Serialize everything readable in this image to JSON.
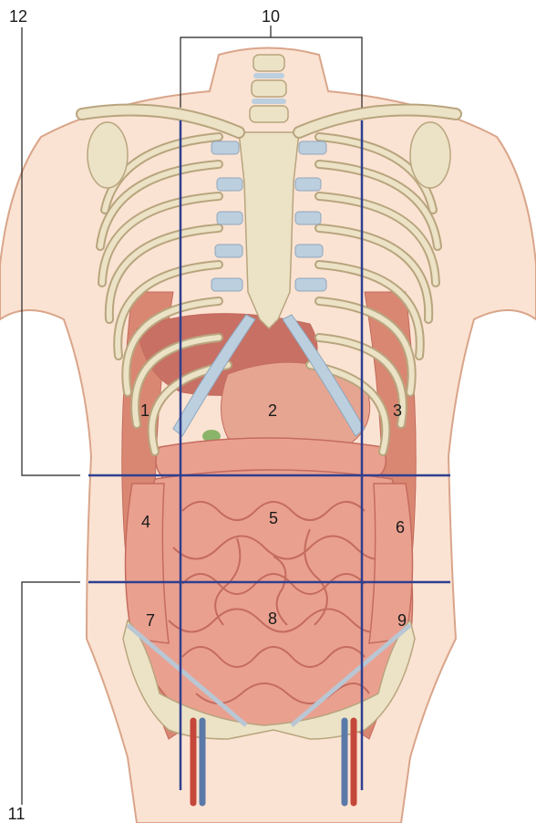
{
  "figure": {
    "region_labels": [
      "1",
      "2",
      "3",
      "4",
      "5",
      "6",
      "7",
      "8",
      "9"
    ],
    "bracket_labels": {
      "top": "10",
      "bottom_left": "11",
      "upper_left": "12"
    },
    "colors": {
      "grid_line": "#2f3f8f",
      "leader_line": "#222222",
      "skin": "#fbe3d3",
      "skin_outline": "#d9a58a",
      "bone": "#ece2c6",
      "bone_outline": "#b8a57e",
      "cartilage": "#bccfdf",
      "intestine": "#eaa08f",
      "intestine_dark": "#c46c5e",
      "muscle": "#d98772",
      "liver": "#c87064",
      "stomach": "#e6a591"
    }
  }
}
